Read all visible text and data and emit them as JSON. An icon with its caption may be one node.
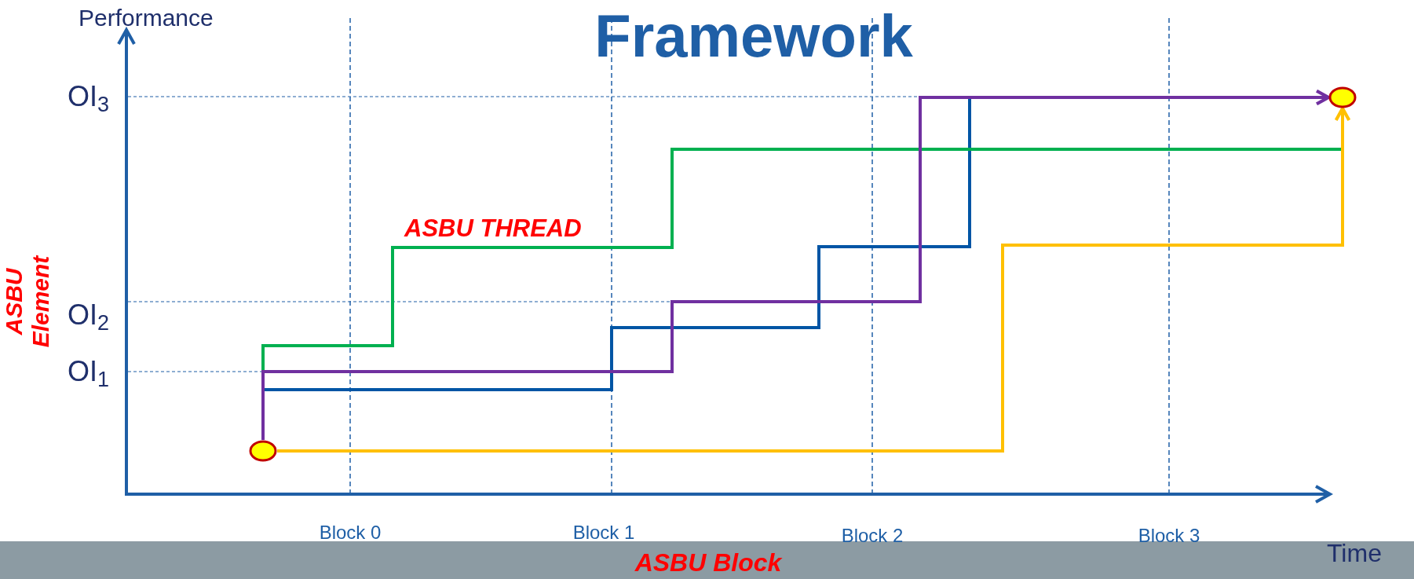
{
  "diagram": {
    "title": "Framework",
    "nodes": [
      {
        "text": [],
        "shape": "circle"
      },
      {
        "text": [],
        "shape": "circle"
      }
    ],
    "edges": [
      {
        "from": 0,
        "to": 1,
        "arrow": "to",
        "color": "#7030a0"
      },
      {
        "from": 0,
        "to": 1,
        "arrow": "to",
        "color": "#ffc000"
      },
      {
        "from": 0,
        "to": 1,
        "arrow": "none",
        "color": "#00b050"
      },
      {
        "from": 0,
        "to": 1,
        "arrow": "none",
        "color": "#0055a5"
      }
    ],
    "labels": [
      "Performance",
      "OI$_{3}$",
      "OI$_{2}$",
      "OI$_{1}$",
      "ASBU THREAD",
      "ASBU Element",
      "Block 0",
      "Block 1",
      "Block 2",
      "Block 3",
      "Time",
      "ASBU Block"
    ]
  }
}
